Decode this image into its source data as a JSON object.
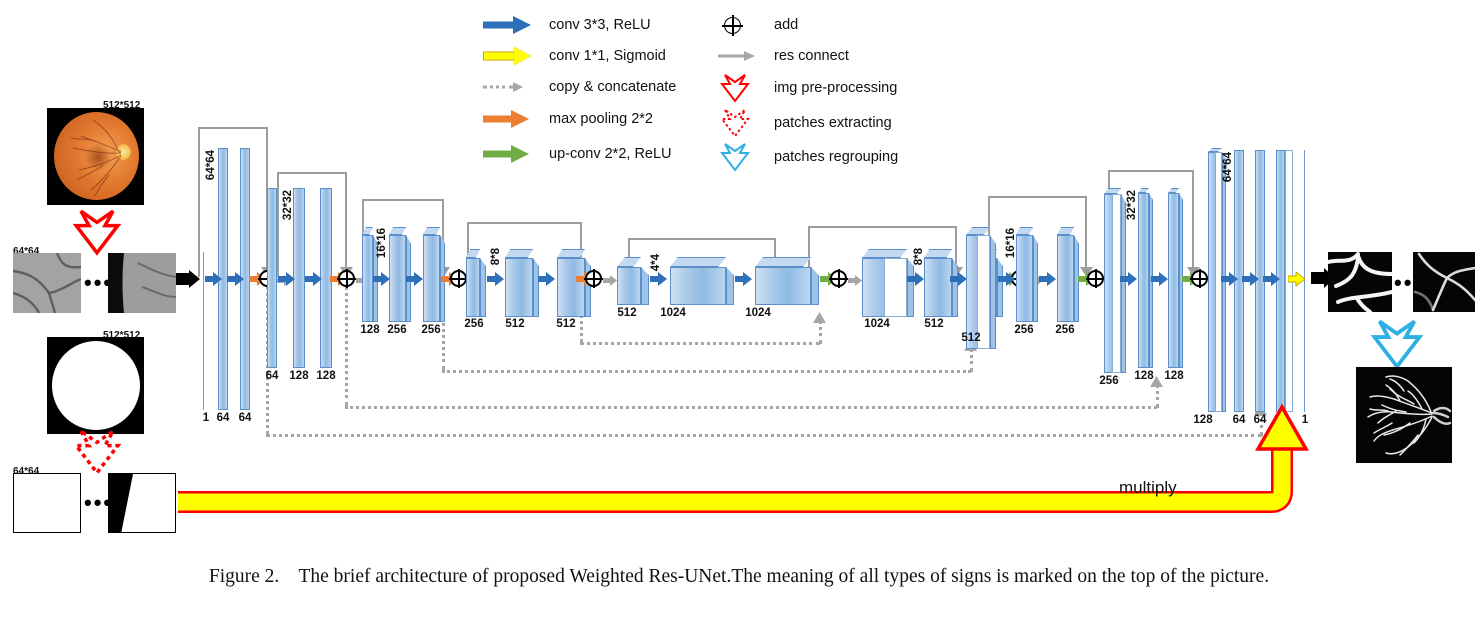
{
  "figure": {
    "caption_label": "Figure 2.",
    "caption_text": "The brief architecture of proposed Weighted Res-UNet.The meaning of all types of signs is marked on the top of the picture."
  },
  "legend": {
    "items": [
      {
        "icon": "blue-arrow-icon",
        "label": "conv 3*3, ReLU",
        "color": "#2e6fba"
      },
      {
        "icon": "yellow-arrow-icon",
        "label": "conv 1*1, Sigmoid",
        "color": "#ffff00"
      },
      {
        "icon": "gray-dotted-arrow-icon",
        "label": "copy & concatenate",
        "color": "#a6a6a6"
      },
      {
        "icon": "orange-arrow-icon",
        "label": "max pooling 2*2",
        "color": "#ed7d31"
      },
      {
        "icon": "green-arrow-icon",
        "label": "up-conv  2*2,  ReLU",
        "color": "#70ad47"
      },
      {
        "icon": "circle-plus-icon",
        "label": "add",
        "color": "#000000"
      },
      {
        "icon": "gray-arrow-icon",
        "label": "res connect",
        "color": "#a6a6a6"
      },
      {
        "icon": "red-block-arrow-down-icon",
        "label": "img pre-processing",
        "color": "#ff0000"
      },
      {
        "icon": "red-dotted-block-arrow-down-icon",
        "label": "patches extracting",
        "color": "#ff0000"
      },
      {
        "icon": "blue-block-arrow-down-icon",
        "label": "patches regrouping",
        "color": "#2eb0e5"
      }
    ]
  },
  "input_pipeline": {
    "fundus_size_label": "512*512",
    "patch_size_label": "64*64",
    "mask_size_label": "512*512",
    "mask_patch_size_label": "64*64",
    "ellipsis": "•••"
  },
  "output_pipeline": {
    "ellipsis": "•••"
  },
  "multiply_label": "multiply",
  "network": {
    "resolution_labels": [
      "64*64",
      "32*32",
      "16*16",
      "8*8",
      "4*4",
      "8*8",
      "16*16",
      "32*32",
      "64*64"
    ],
    "encoder_blocks": [
      {
        "res": "64*64",
        "channels": [
          "1",
          "64",
          "64"
        ]
      },
      {
        "res": "32*32",
        "channels": [
          "64",
          "128",
          "128"
        ]
      },
      {
        "res": "16*16",
        "channels": [
          "128",
          "256",
          "256"
        ]
      },
      {
        "res": "8*8",
        "channels": [
          "256",
          "512",
          "512"
        ]
      }
    ],
    "bottleneck_block": {
      "res": "4*4",
      "channels": [
        "512",
        "1024",
        "1024"
      ]
    },
    "decoder_blocks": [
      {
        "res": "8*8",
        "channels": [
          "1024",
          "512",
          "512"
        ]
      },
      {
        "res": "16*16",
        "channels": [
          "512",
          "256",
          "256"
        ]
      },
      {
        "res": "32*32",
        "channels": [
          "256",
          "128",
          "128"
        ]
      },
      {
        "res": "64*64",
        "channels": [
          "128",
          "64",
          "64",
          "64"
        ]
      }
    ],
    "output_channels": "1"
  }
}
